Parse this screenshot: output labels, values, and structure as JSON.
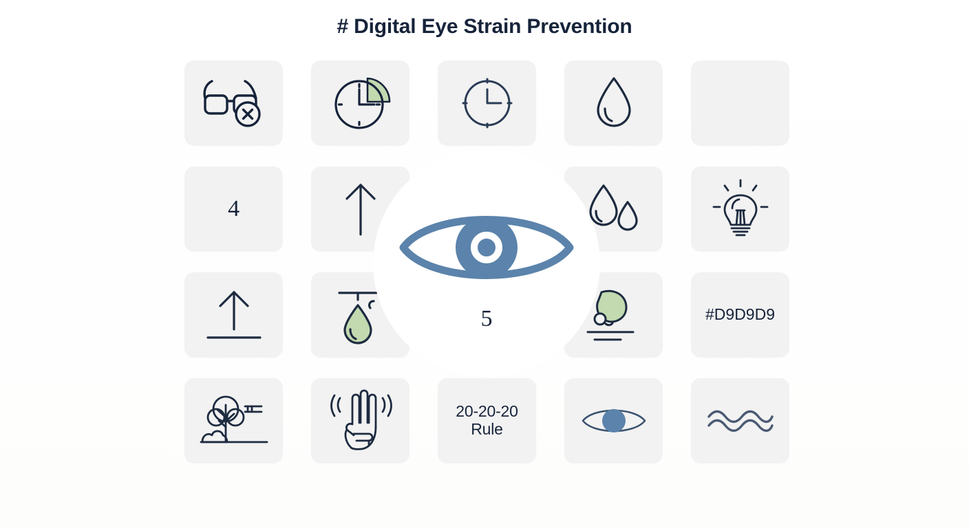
{
  "page": {
    "title": "# Digital Eye Strain Prevention",
    "background_color": "#FFFFFF",
    "title_color": "#16233A"
  },
  "palette": {
    "cell_background": "#F2F2F2",
    "ink": "#16233A",
    "accent_blue": "#5B83AB",
    "accent_green": "#C3D9B0",
    "wave_blue": "#4A5A74"
  },
  "center_badge": {
    "icon": "eye-icon",
    "caption": "5",
    "color": "#5B83AB"
  },
  "grid": {
    "rows": 4,
    "columns": 5,
    "cells": [
      {
        "id": "r1c1",
        "name": "glasses-off-icon",
        "type": "icon",
        "icon": "glasses-off-icon",
        "label": ""
      },
      {
        "id": "r1c2",
        "name": "clock-pie-icon",
        "type": "icon",
        "icon": "clock-pie-icon",
        "label": ""
      },
      {
        "id": "r1c3",
        "name": "clock-icon",
        "type": "icon",
        "icon": "clock-icon",
        "label": ""
      },
      {
        "id": "r1c4",
        "name": "water-drop-icon",
        "type": "icon",
        "icon": "water-drop-icon",
        "label": ""
      },
      {
        "id": "r1c5",
        "name": "empty-tile",
        "type": "empty",
        "icon": "",
        "label": ""
      },
      {
        "id": "r2c1",
        "name": "number-four-tile",
        "type": "text",
        "icon": "",
        "label": "4"
      },
      {
        "id": "r2c2",
        "name": "arrow-up-icon",
        "type": "icon",
        "icon": "arrow-up-icon",
        "label": ""
      },
      {
        "id": "r2c3",
        "name": "center-overlay-tile",
        "type": "empty",
        "icon": "",
        "label": ""
      },
      {
        "id": "r2c4",
        "name": "two-water-drops-icon",
        "type": "icon",
        "icon": "two-water-drops-icon",
        "label": ""
      },
      {
        "id": "r2c5",
        "name": "lightbulb-icon",
        "type": "icon",
        "icon": "lightbulb-icon",
        "label": ""
      },
      {
        "id": "r3c1",
        "name": "upload-arrow-icon",
        "type": "icon",
        "icon": "upload-arrow-icon",
        "label": ""
      },
      {
        "id": "r3c2",
        "name": "dripping-drop-icon",
        "type": "icon",
        "icon": "dripping-drop-icon",
        "label": ""
      },
      {
        "id": "r3c3",
        "name": "center-overlay-tile",
        "type": "empty",
        "icon": "",
        "label": ""
      },
      {
        "id": "r3c4",
        "name": "green-bulb-lines-icon",
        "type": "icon",
        "icon": "green-bulb-lines-icon",
        "label": ""
      },
      {
        "id": "r3c5",
        "name": "color-swatch-label",
        "type": "text",
        "icon": "",
        "label": "#D9D9D9"
      },
      {
        "id": "r4c1",
        "name": "tree-landscape-icon",
        "type": "icon",
        "icon": "tree-landscape-icon",
        "label": ""
      },
      {
        "id": "r4c2",
        "name": "three-fingers-hand-icon",
        "type": "icon",
        "icon": "three-fingers-hand-icon",
        "label": ""
      },
      {
        "id": "r4c3",
        "name": "twenty-rule-label",
        "type": "text",
        "icon": "",
        "label": "20-20-20\nRule"
      },
      {
        "id": "r4c4",
        "name": "eye-icon-small",
        "type": "icon",
        "icon": "eye-icon-small",
        "label": ""
      },
      {
        "id": "r4c5",
        "name": "wavy-lines-icon",
        "type": "icon",
        "icon": "wavy-lines-icon",
        "label": ""
      }
    ]
  }
}
